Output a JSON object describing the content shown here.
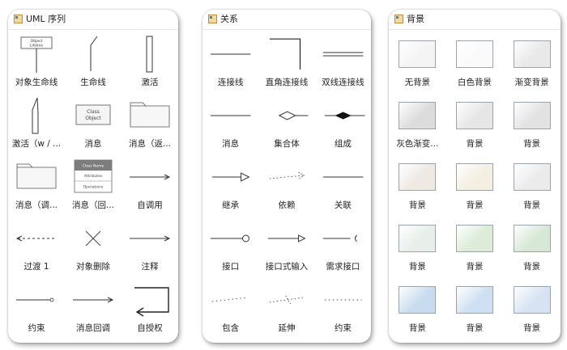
{
  "panels": [
    {
      "title": "UML 序列",
      "items": [
        {
          "label": "对象生命线",
          "icon": "object-lifeline-icon",
          "text": "Object\nLifeline"
        },
        {
          "label": "生命线",
          "icon": "lifeline-icon"
        },
        {
          "label": "激活",
          "icon": "activation-icon"
        },
        {
          "label": "激活（w / ...",
          "icon": "activation-with-icon"
        },
        {
          "label": "消息",
          "icon": "class-object-icon",
          "text": "Class\nObject"
        },
        {
          "label": "消息（返...",
          "icon": "folder-message-icon"
        },
        {
          "label": "消息（调...",
          "icon": "folder-call-icon"
        },
        {
          "label": "消息（回...",
          "icon": "class-table-icon",
          "text": "Class Name|Attributes|Operations"
        },
        {
          "label": "自调用",
          "icon": "arrow-right-icon"
        },
        {
          "label": "过渡 1",
          "icon": "dashed-arrow-left-icon"
        },
        {
          "label": "对象删除",
          "icon": "x-delete-icon"
        },
        {
          "label": "注释",
          "icon": "arrow-right-icon"
        },
        {
          "label": "约束",
          "icon": "constraint-line-icon"
        },
        {
          "label": "消息回调",
          "icon": "arrow-right-icon"
        },
        {
          "label": "自授权",
          "icon": "self-delegation-icon"
        }
      ]
    },
    {
      "title": "关系",
      "items": [
        {
          "label": "连接线",
          "icon": "line-icon"
        },
        {
          "label": "直角连接线",
          "icon": "right-angle-connector-icon"
        },
        {
          "label": "双线连接线",
          "icon": "double-line-icon"
        },
        {
          "label": "消息",
          "icon": "line-icon"
        },
        {
          "label": "集合体",
          "icon": "aggregation-icon"
        },
        {
          "label": "组成",
          "icon": "composition-icon"
        },
        {
          "label": "继承",
          "icon": "inheritance-icon"
        },
        {
          "label": "依赖",
          "icon": "dependency-icon"
        },
        {
          "label": "关联",
          "icon": "line-icon"
        },
        {
          "label": "接口",
          "icon": "interface-icon"
        },
        {
          "label": "接口式输入",
          "icon": "interface-input-icon"
        },
        {
          "label": "需求接口",
          "icon": "required-interface-icon"
        },
        {
          "label": "包含",
          "icon": "include-dotted-icon"
        },
        {
          "label": "延伸",
          "icon": "extend-dotted-icon"
        },
        {
          "label": "约束",
          "icon": "constraint-dotted-icon"
        }
      ]
    },
    {
      "title": "背景",
      "items": [
        {
          "label": "无背景",
          "fill": "#f4f4f4"
        },
        {
          "label": "白色背景",
          "fill": "#fafafa"
        },
        {
          "label": "渐变背景",
          "fill": "#e9e9e9"
        },
        {
          "label": "灰色渐变...",
          "fill": "#dcdcdc"
        },
        {
          "label": "背景",
          "fill": "#e6e6e6"
        },
        {
          "label": "背景",
          "fill": "#e2e2e2"
        },
        {
          "label": "背景",
          "fill": "#efe9e4"
        },
        {
          "label": "背景",
          "fill": "#f4efe3"
        },
        {
          "label": "背景",
          "fill": "#ebebeb"
        },
        {
          "label": "背景",
          "fill": "#e8efea"
        },
        {
          "label": "背景",
          "fill": "#dcecd8"
        },
        {
          "label": "背景",
          "fill": "#d7e8d6"
        },
        {
          "label": "背景",
          "fill": "#c9dcef"
        },
        {
          "label": "背景",
          "fill": "#cfe0f2"
        },
        {
          "label": "背景",
          "fill": "#d7e3f2"
        }
      ]
    }
  ]
}
